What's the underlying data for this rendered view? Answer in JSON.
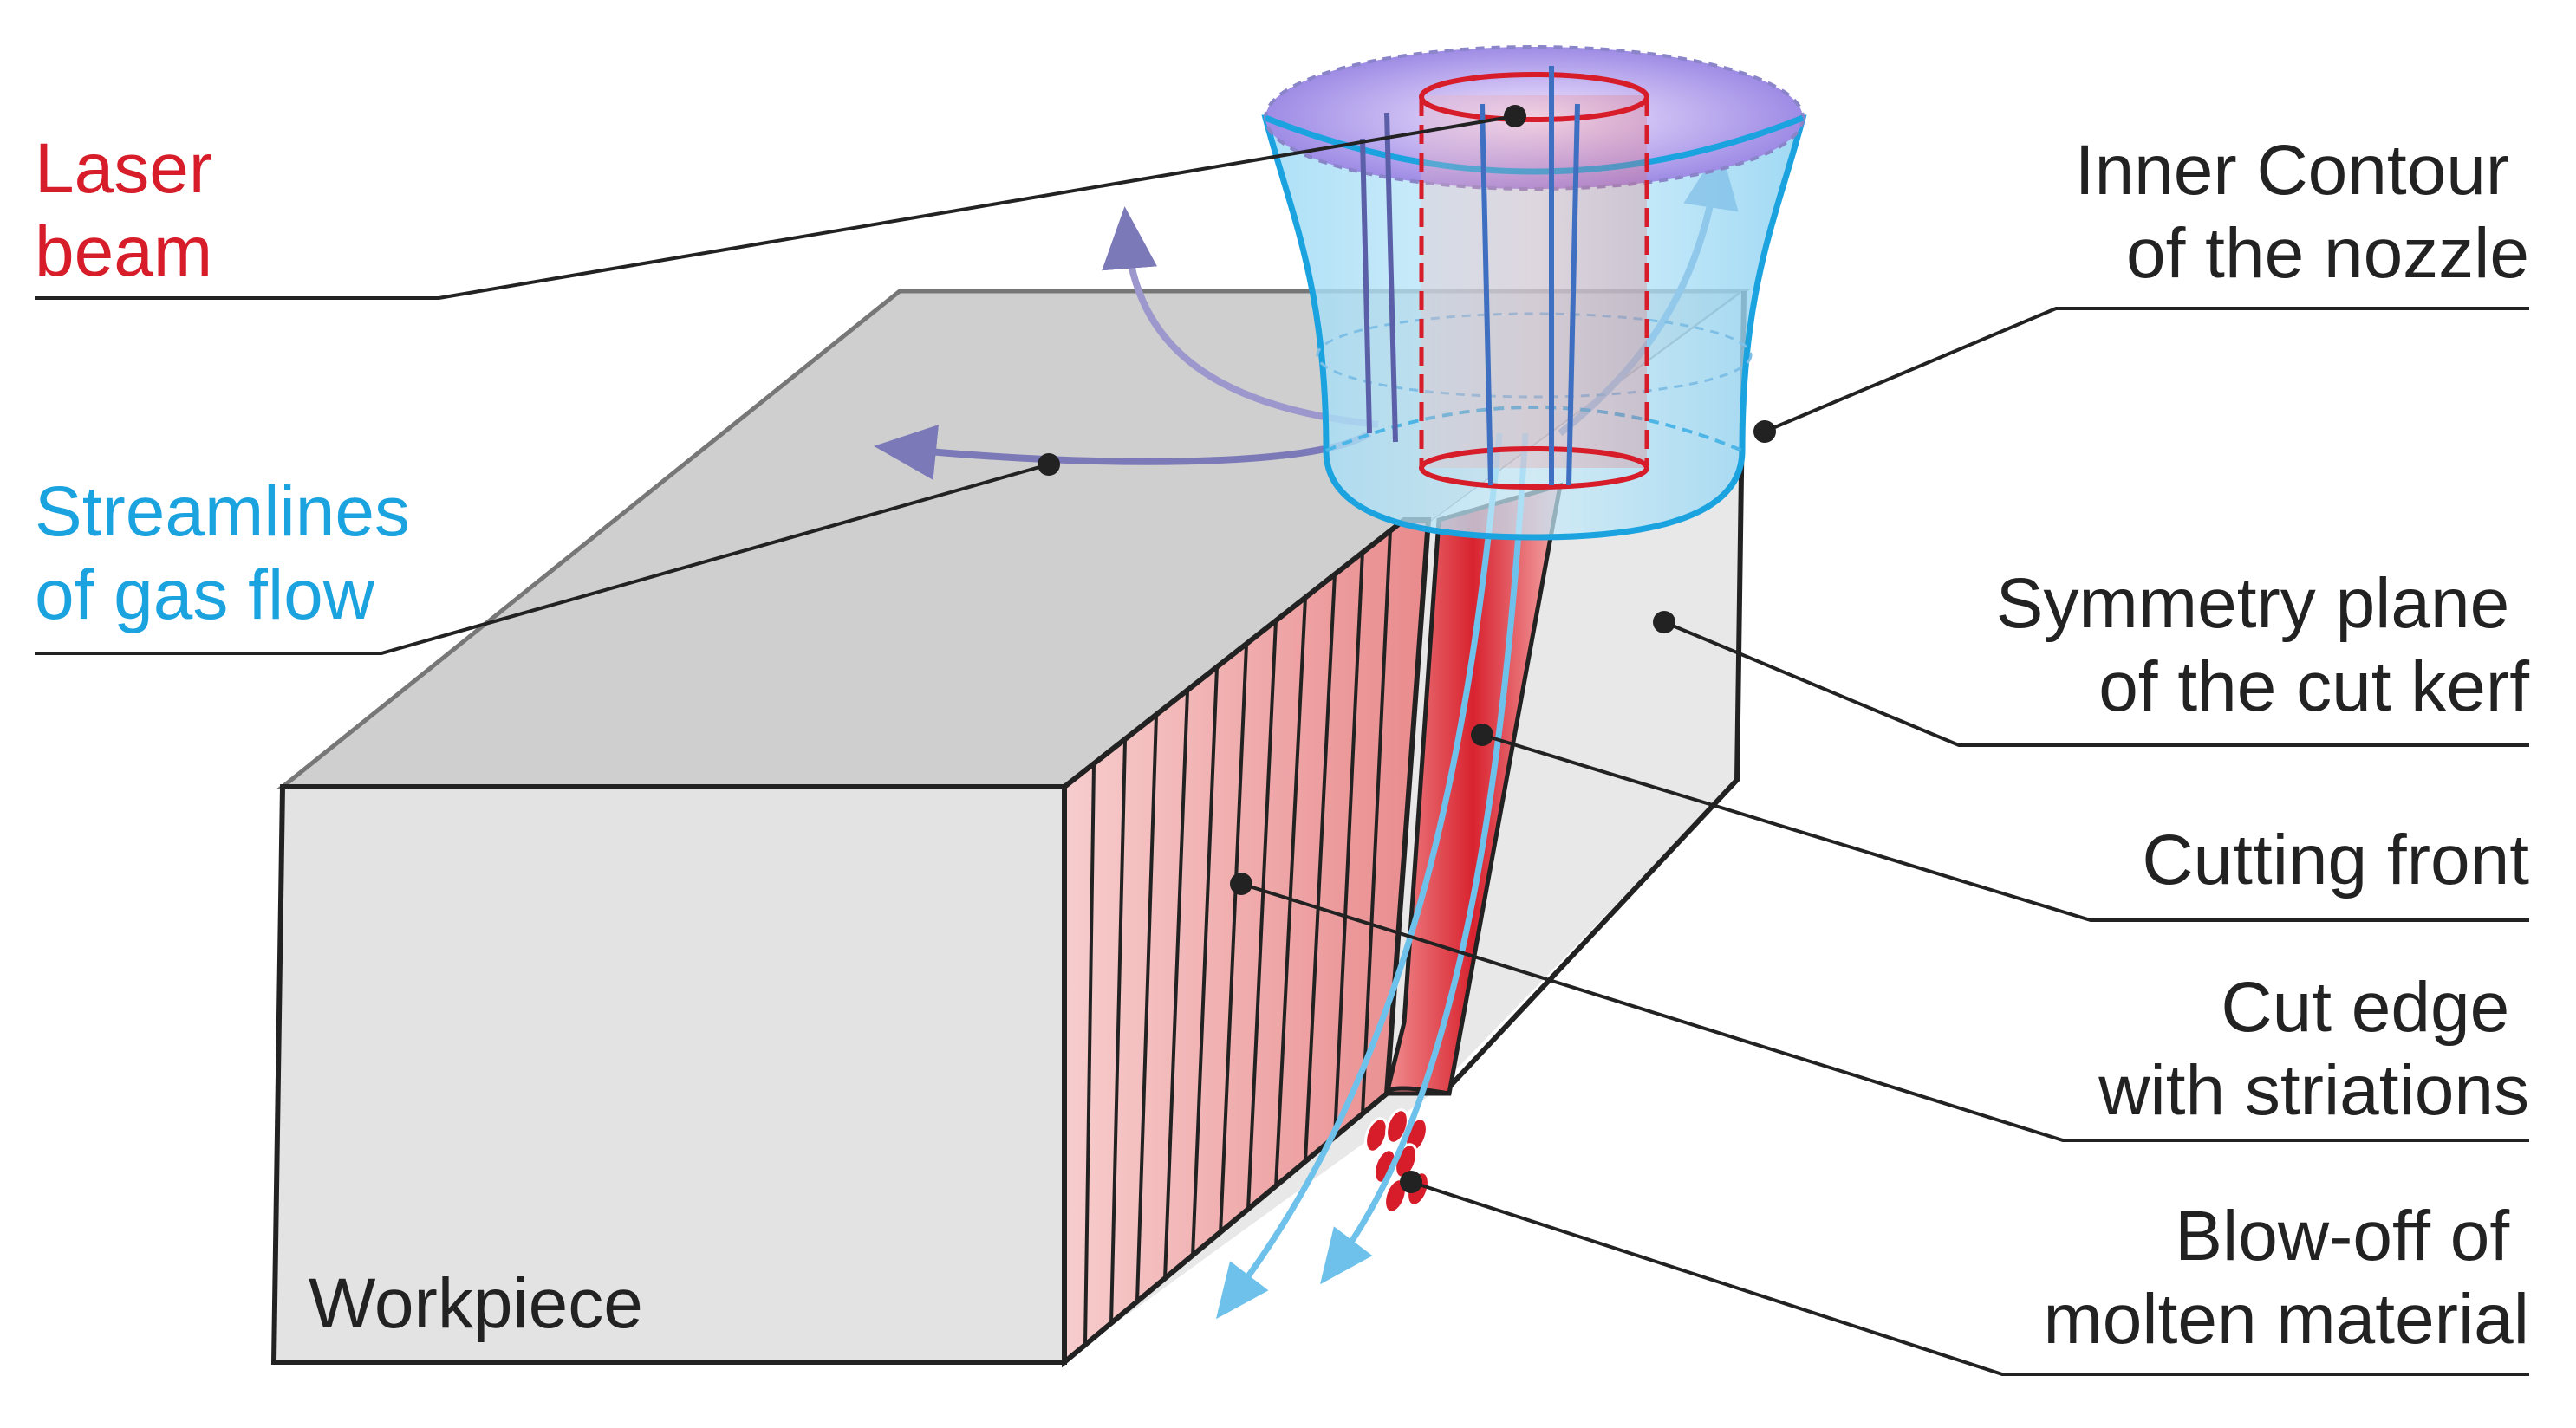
{
  "labels": {
    "laser_beam": [
      "Laser",
      "beam"
    ],
    "streamlines": [
      "Streamlines",
      "of gas flow"
    ],
    "inner_contour": [
      "Inner Contour",
      "of the nozzle"
    ],
    "symmetry_plane": [
      "Symmetry plane",
      "of the cut kerf"
    ],
    "cutting_front": [
      "Cutting front"
    ],
    "cut_edge": [
      "Cut edge",
      "with striations"
    ],
    "blow_off": [
      "Blow-off of",
      "molten material"
    ],
    "workpiece": "Workpiece"
  },
  "colors": {
    "laser": "#d71c2a",
    "gas": "#1ba3e0",
    "workpiece_face": "#e3e3e3",
    "workpiece_top": "#cfcfcf",
    "outline": "#222222",
    "nozzle": "#6fc8ef",
    "streamline_dark": "#5b5fa8"
  }
}
